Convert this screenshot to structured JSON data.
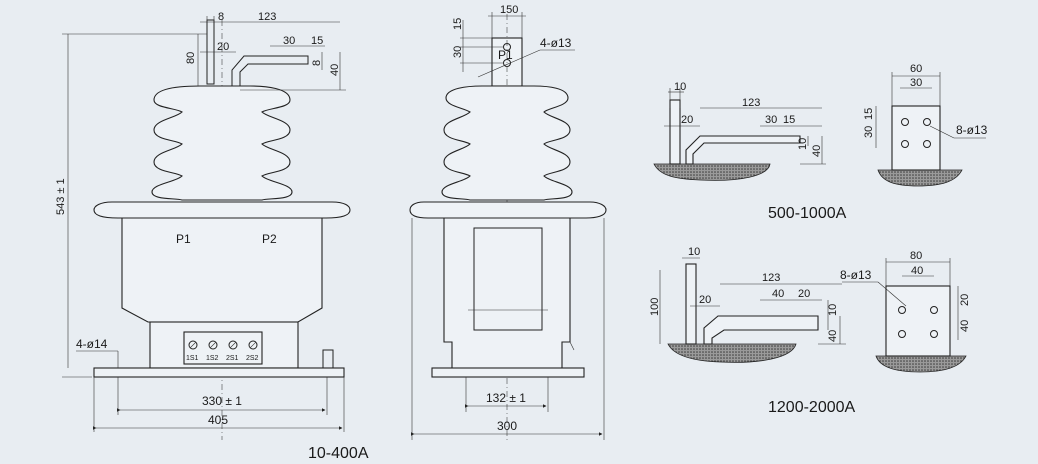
{
  "colors": {
    "background": "#e8edf2",
    "line": "#222222",
    "ground_fill": "#6d6d6d"
  },
  "main_view": {
    "caption": "10-400A",
    "height_dim": "543 ± 1",
    "top_dims": [
      "8",
      "123",
      "20",
      "30",
      "15",
      "80",
      "8",
      "40"
    ],
    "label_p1": "P1",
    "label_p2": "P2",
    "mount_holes": "4-ø14",
    "secondary_terminals": [
      "1S1",
      "1S2",
      "2S1",
      "2S2"
    ],
    "bolt_spacing": "330 ± 1",
    "base_width": "405"
  },
  "side_view": {
    "top_dims": [
      "150",
      "15",
      "30"
    ],
    "holes": "4-ø13",
    "label_p1": "P1",
    "bolt_spacing": "132 ± 1",
    "base_width": "300"
  },
  "detail_500_1000": {
    "caption": "500-1000A",
    "dims": [
      "10",
      "123",
      "20",
      "30",
      "15",
      "10",
      "40"
    ],
    "plate_dims": [
      "60",
      "30",
      "30",
      "15"
    ],
    "holes": "8-ø13"
  },
  "detail_1200_2000": {
    "caption": "1200-2000A",
    "dims": [
      "10",
      "123",
      "100",
      "20",
      "40",
      "20",
      "10",
      "40"
    ],
    "plate_dims": [
      "80",
      "40",
      "20",
      "40"
    ],
    "holes": "8-ø13"
  }
}
